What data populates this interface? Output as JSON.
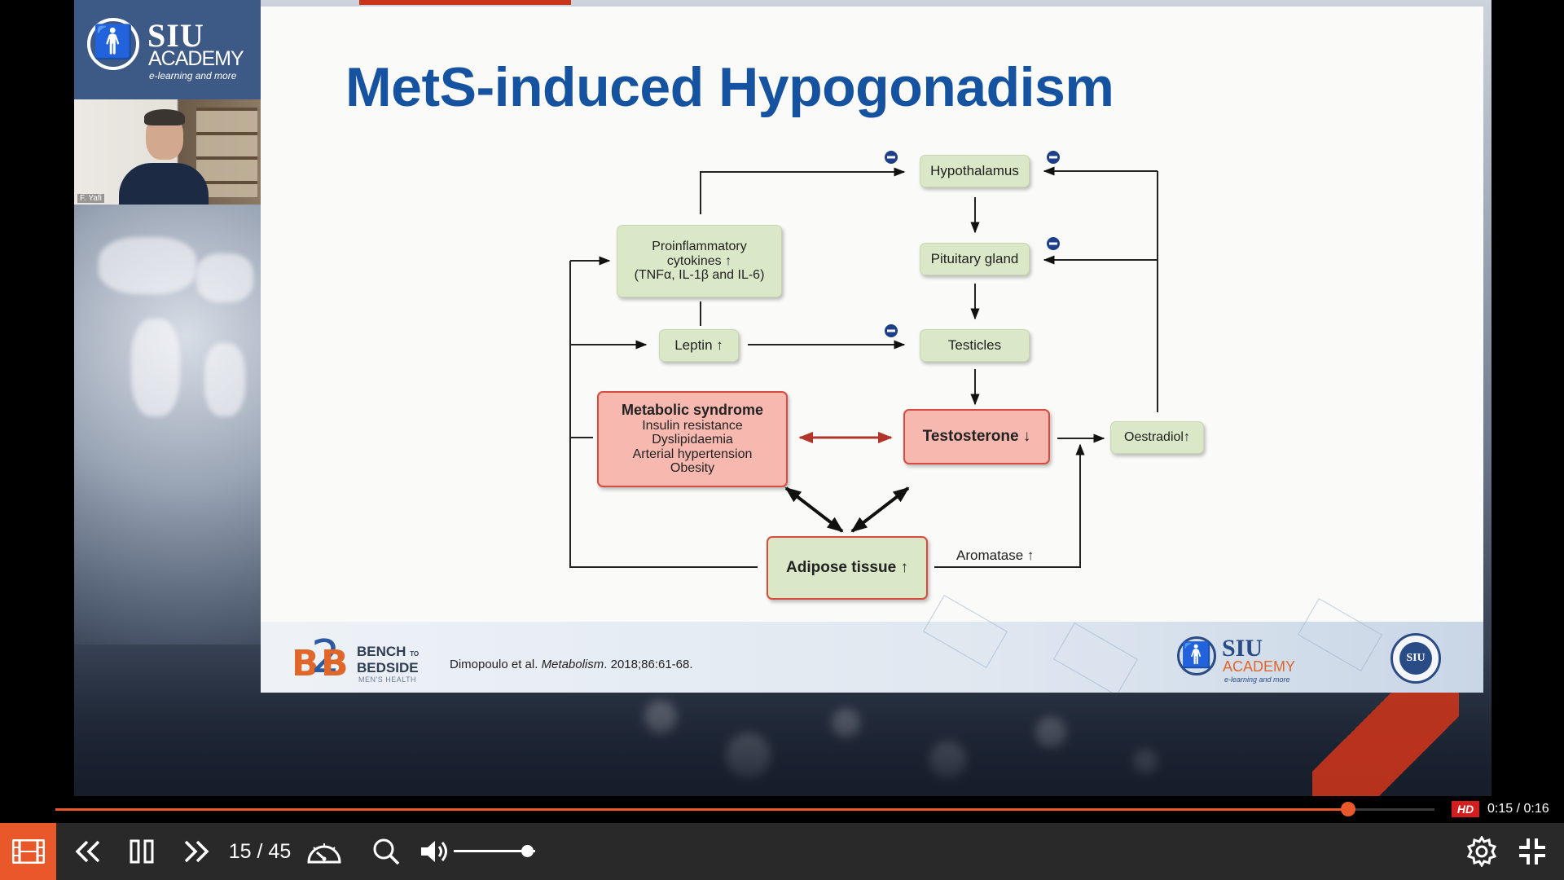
{
  "branding": {
    "name": "SIU",
    "sub": "ACADEMY",
    "tagline": "e-learning and more",
    "speaker_name": "F. Yafi"
  },
  "slide": {
    "title": "MetS-induced Hypogonadism",
    "nodes": {
      "hypothalamus": "Hypothalamus",
      "pituitary": "Pituitary gland",
      "testicles": "Testicles",
      "testosterone": "Testosterone ↓",
      "oestradiol": "Oestradiol↑",
      "leptin": "Leptin ↑",
      "cytokines_l1": "Proinflammatory",
      "cytokines_l2": "cytokines ↑",
      "cytokines_l3": "(TNFα, IL-1β and IL-6)",
      "mets_title": "Metabolic syndrome",
      "mets_items": [
        "Insulin resistance",
        "Dyslipidaemia",
        "Arterial hypertension",
        "Obesity"
      ],
      "adipose": "Adipose tissue ↑",
      "aromatase": "Aromatase ↑"
    },
    "footer": {
      "b2b_line1": "BENCH",
      "b2b_to": "TO",
      "b2b_line2": "BEDSIDE",
      "b2b_sub": "MEN'S HEALTH",
      "citation_pre": "Dimopoulo et al. ",
      "citation_journal": "Metabolism",
      "citation_post": ". 2018;86:61-68.",
      "siu_name": "SIU",
      "siu_sub": "ACADEMY",
      "siu_tag": "e-learning and more",
      "seal_text": "SIU"
    }
  },
  "player": {
    "progress": 0.9375,
    "hd_label": "HD",
    "time": "0:15 / 0:16",
    "slide_counter": "15 / 45",
    "volume": 0.9,
    "colors": {
      "accent": "#e9582a",
      "bar": "#292929",
      "hd": "#d21e1e"
    }
  }
}
